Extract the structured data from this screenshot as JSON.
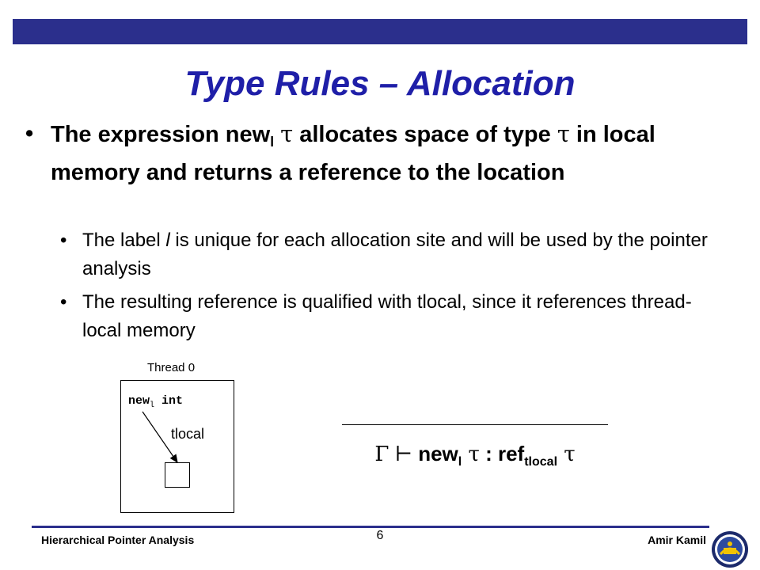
{
  "slide": {
    "title": "Type Rules – Allocation",
    "bullet_main": {
      "part1": "The expression new",
      "sub_l": "l",
      "tau1": "τ",
      "part2": " allocates space of type ",
      "tau2": "τ",
      "part3": " in local memory and returns a reference to the location"
    },
    "sub_bullet_1": {
      "part1": "The label ",
      "label": "l",
      "part2": " is unique for each allocation site and will be used by the pointer analysis"
    },
    "sub_bullet_2": "The resulting reference is qualified with tlocal, since it references thread-local memory",
    "bullet_glyph": "•"
  },
  "diagram": {
    "thread_label": "Thread 0",
    "code_new": "new",
    "code_sub": "l",
    "code_type": " int",
    "arrow_label": "tlocal"
  },
  "rule": {
    "gamma": "Γ",
    "turnstile": "⊢",
    "new": " new",
    "sub_l": "l",
    "tau1": " τ",
    "colon_ref": " : ref",
    "sub_tlocal": "tlocal",
    "tau2": " τ"
  },
  "footer": {
    "left": "Hierarchical Pointer Analysis",
    "page_number": "6",
    "right": "Amir Kamil",
    "seal_icon": "university-seal-icon"
  },
  "colors": {
    "accent": "#2b2f8c",
    "title": "#1f1fa8"
  }
}
